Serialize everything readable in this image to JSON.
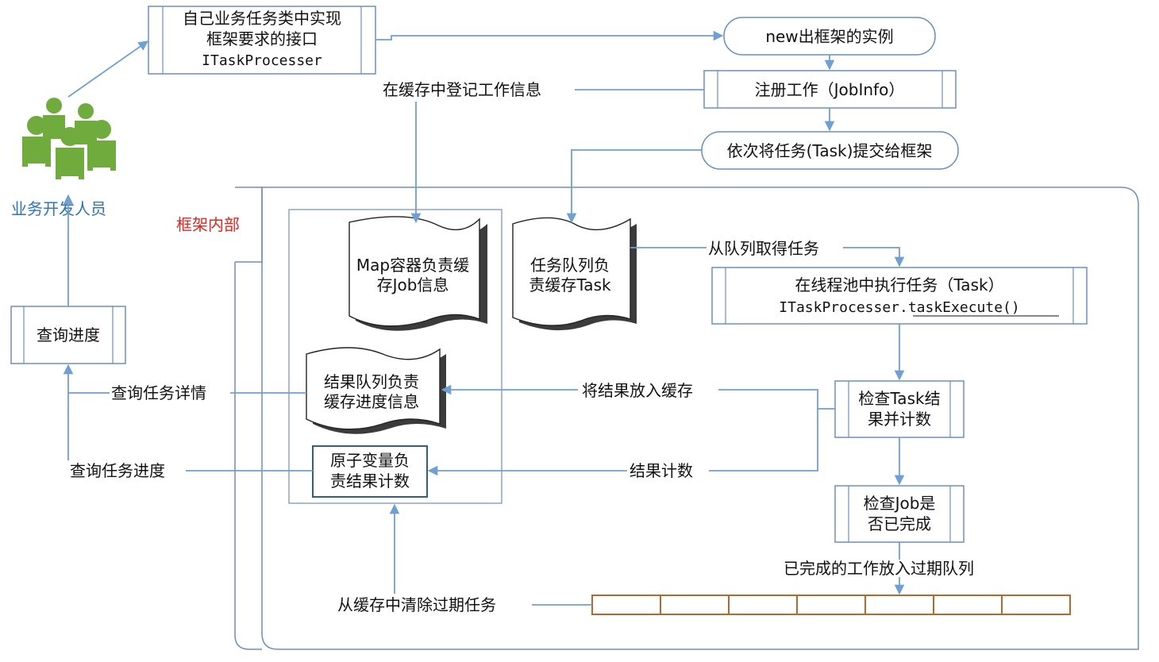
{
  "developer": {
    "label": "业务开发人员"
  },
  "interface_box": {
    "line1": "自己业务任务类中实现",
    "line2": "框架要求的接口",
    "line3": "ITaskProcesser"
  },
  "new_instance": {
    "label": "new出框架的实例"
  },
  "register_job": {
    "label": "注册工作（JobInfo）"
  },
  "register_cache_note": {
    "label": "在缓存中登记工作信息"
  },
  "submit_tasks": {
    "label": "依次将任务(Task)提交给框架"
  },
  "framework_internal": {
    "label": "框架内部"
  },
  "map_store": {
    "line1": "Map容器负责缓",
    "line2": "存Job信息"
  },
  "task_queue": {
    "line1": "任务队列负",
    "line2": "责缓存Task"
  },
  "take_task_note": {
    "label": "从队列取得任务"
  },
  "thread_pool": {
    "line1": "在线程池中执行任务（Task）",
    "line2": "ITaskProcesser.taskExecute()"
  },
  "check_result": {
    "line1": "检查Task结",
    "line2": "果并计数"
  },
  "put_result_note": {
    "label": "将结果放入缓存"
  },
  "result_queue": {
    "line1": "结果队列负责",
    "line2": "缓存进度信息"
  },
  "atomic_counter": {
    "line1": "原子变量负",
    "line2": "责结果计数"
  },
  "count_note": {
    "label": "结果计数"
  },
  "check_job": {
    "line1": "检查Job是",
    "line2": "否已完成"
  },
  "expired_queue_note": {
    "label": "已完成的工作放入过期队列"
  },
  "clear_expired_note": {
    "label": "从缓存中清除过期任务"
  },
  "query_progress_box": {
    "label": "查询进度"
  },
  "query_detail_note": {
    "label": "查询任务详情"
  },
  "query_task_progress_note": {
    "label": "查询任务进度"
  },
  "expired_queue": {
    "cells": 7
  },
  "colors": {
    "accent": "#2e74b5",
    "line": "#6f9fd3",
    "framework_label": "#e0261c",
    "people": "#6fab3d",
    "queue": "#b46a2a"
  }
}
